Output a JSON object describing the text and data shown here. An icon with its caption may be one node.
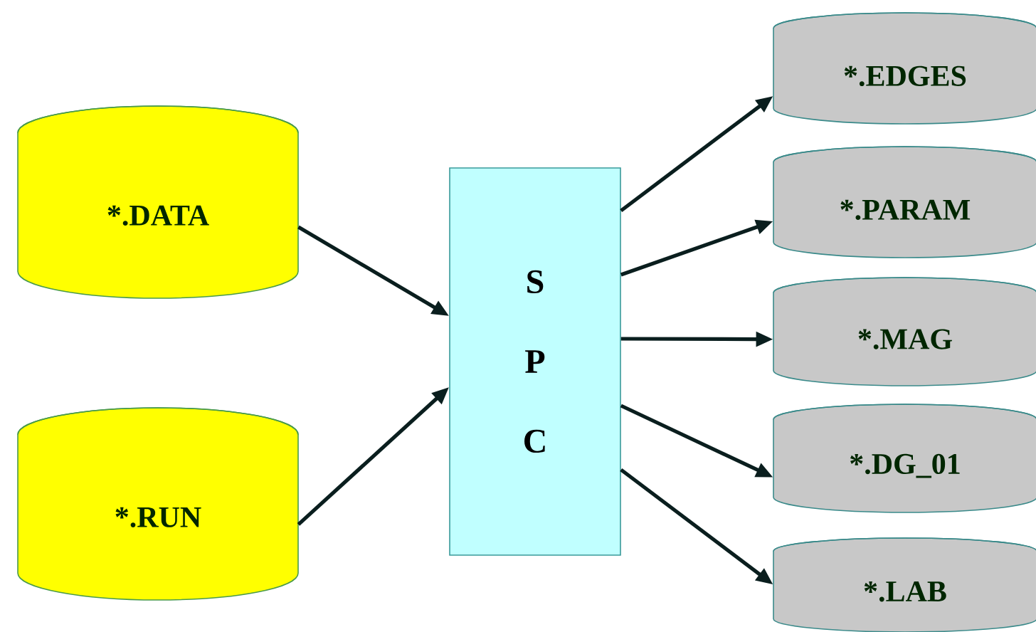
{
  "diagram": {
    "nodes": [
      {
        "text": [
          "*.DATA"
        ]
      },
      {
        "text": [
          "*.RUN"
        ]
      },
      {
        "text": [
          "S",
          "P",
          "C"
        ]
      },
      {
        "text": [
          "*.EDGES"
        ]
      },
      {
        "text": [
          "*.PARAM"
        ]
      },
      {
        "text": [
          "*.MAG"
        ]
      },
      {
        "text": [
          "*.DG_01"
        ]
      },
      {
        "text": [
          "*.LAB"
        ]
      }
    ],
    "edges": [
      {
        "from": 0,
        "to": 2,
        "arrow": "to"
      },
      {
        "from": 1,
        "to": 2,
        "arrow": "to"
      },
      {
        "from": 2,
        "to": 3,
        "arrow": "to"
      },
      {
        "from": 2,
        "to": 4,
        "arrow": "to"
      },
      {
        "from": 2,
        "to": 5,
        "arrow": "to"
      },
      {
        "from": 2,
        "to": 6,
        "arrow": "to"
      },
      {
        "from": 2,
        "to": 7,
        "arrow": "to"
      }
    ]
  }
}
